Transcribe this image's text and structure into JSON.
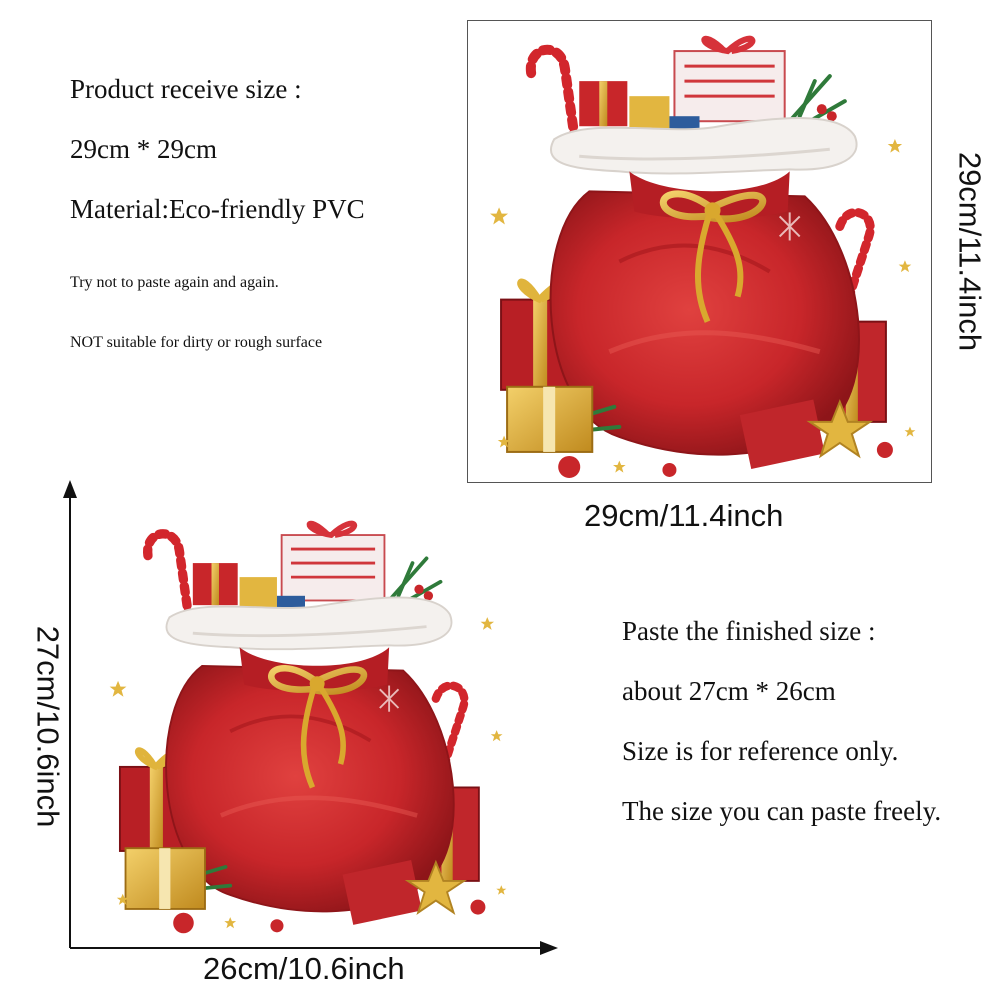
{
  "spec_top": {
    "line1": "Product receive size :",
    "line2": "29cm * 29cm",
    "line3": "Material:Eco-friendly PVC",
    "note1": "Try not to paste again and again.",
    "note2": "NOT suitable for dirty or rough surface"
  },
  "spec_bottom": {
    "line1": "Paste the finished size :",
    "line2": "about 27cm * 26cm",
    "line3": "Size is for reference only.",
    "line4": "The size you can paste freely."
  },
  "dimensions": {
    "framed_width": "29cm/11.4inch",
    "framed_height": "29cm/11.4inch",
    "pasted_width": "26cm/10.6inch",
    "pasted_height": "27cm/10.6inch"
  },
  "colors": {
    "bag_red": "#c8262a",
    "bag_dark": "#8e1519",
    "ribbon_gold": "#d9a82e",
    "fur_white": "#f4f1ee",
    "leaf_green": "#2f7a3a",
    "axis": "#111111"
  }
}
